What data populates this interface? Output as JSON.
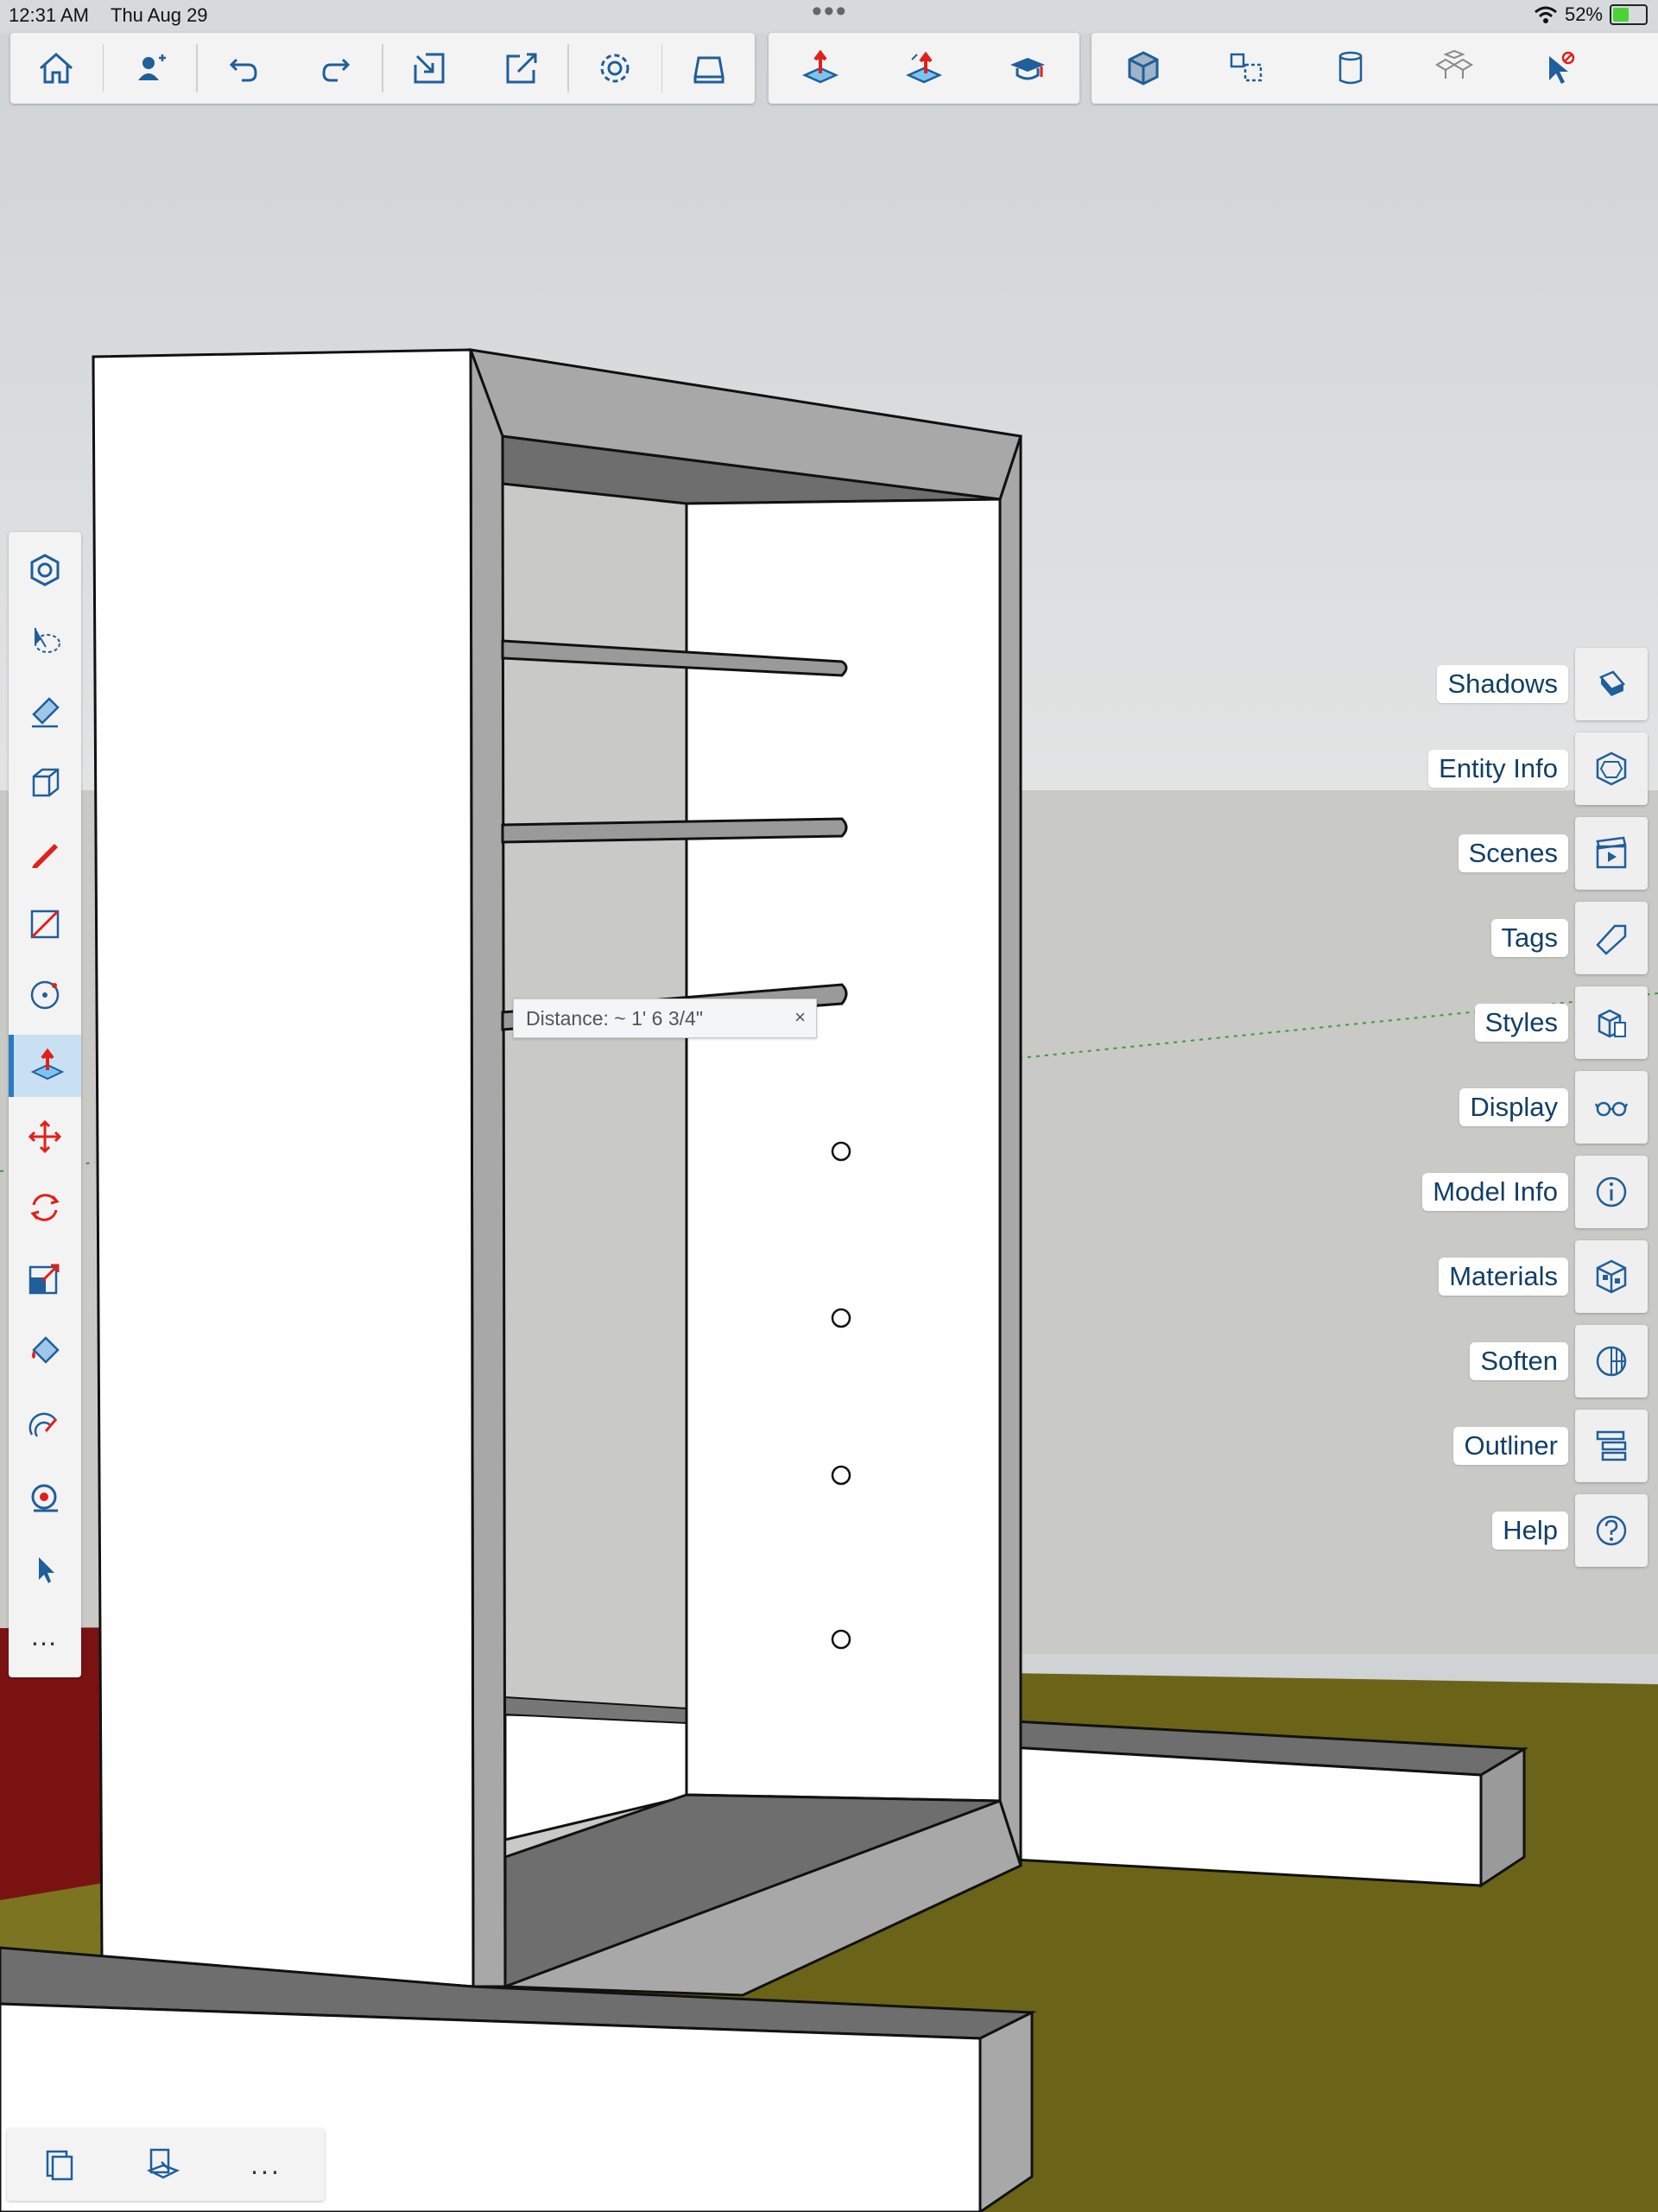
{
  "status_bar": {
    "time": "12:31 AM",
    "date": "Thu Aug 29",
    "battery": "52%",
    "handle_dots": "•••"
  },
  "top_toolbar": {
    "group1": [
      "home-icon",
      "add-user-icon",
      "undo-icon",
      "redo-icon",
      "import-icon",
      "export-icon",
      "settings-icon",
      "tray-icon"
    ],
    "group2": [
      "push-pull-icon",
      "push-pull-alt-icon",
      "instructor-icon"
    ],
    "group3": [
      "view-cube-icon",
      "component-icon",
      "solid-icon",
      "group-icon",
      "select-disabled-icon"
    ]
  },
  "left_toolbar": {
    "tools": [
      "orbit-icon",
      "lasso-select-icon",
      "eraser-icon",
      "box-icon",
      "pencil-icon",
      "rectangle-icon",
      "circle-icon",
      "push-pull-icon",
      "move-icon",
      "rotate-icon",
      "scale-icon",
      "paint-bucket-icon",
      "offset-icon",
      "tape-measure-icon",
      "select-icon"
    ],
    "more_label": "…",
    "active_tool": "push-pull-icon"
  },
  "right_panels": [
    {
      "label": "Shadows",
      "icon": "shadows-icon"
    },
    {
      "label": "Entity Info",
      "icon": "entity-info-icon"
    },
    {
      "label": "Scenes",
      "icon": "scenes-icon"
    },
    {
      "label": "Tags",
      "icon": "tags-icon"
    },
    {
      "label": "Styles",
      "icon": "styles-icon"
    },
    {
      "label": "Display",
      "icon": "display-icon"
    },
    {
      "label": "Model Info",
      "icon": "model-info-icon"
    },
    {
      "label": "Materials",
      "icon": "materials-icon"
    },
    {
      "label": "Soften",
      "icon": "soften-icon"
    },
    {
      "label": "Outliner",
      "icon": "outliner-icon"
    },
    {
      "label": "Help",
      "icon": "help-icon"
    }
  ],
  "measurement": {
    "text": "Distance: ~ 1' 6 3/4\"",
    "close": "×"
  },
  "bottom_toolbar": {
    "buttons": [
      "clipboard-icon",
      "paste-icon"
    ],
    "more_label": "..."
  },
  "colors": {
    "sky": "#cfd3d6",
    "ground": "#6b6418",
    "toolbar_bg": "#f3f3f3",
    "panel_text": "#123f66",
    "accent_red": "#e0201b",
    "accent_blue": "#1f5f9a"
  }
}
